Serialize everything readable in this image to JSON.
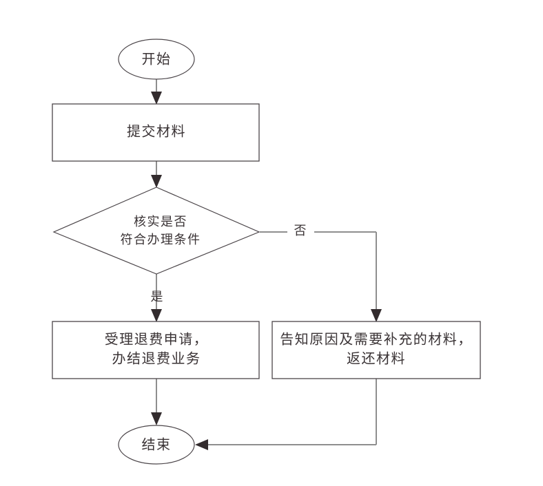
{
  "diagram": {
    "type": "flowchart",
    "orientation": "top-to-bottom",
    "background_color": "#ffffff",
    "line_color": "#8e8e8e",
    "shape_stroke_color": "#4a4448",
    "text_color": "#3a3335",
    "arrow_color": "#332c2e",
    "nodes": [
      {
        "id": "start",
        "shape": "ellipse",
        "label": "开始",
        "lines": [
          "开始"
        ]
      },
      {
        "id": "submit",
        "shape": "rectangle",
        "label": "提交材料",
        "lines": [
          "提交材料"
        ]
      },
      {
        "id": "verify",
        "shape": "diamond",
        "label": "核实是否符合办理条件",
        "lines": [
          "核实是否",
          "符合办理条件"
        ]
      },
      {
        "id": "accept",
        "shape": "rectangle",
        "label": "受理退费申请，办结退费业务",
        "lines": [
          "受理退费申请，",
          "办结退费业务"
        ]
      },
      {
        "id": "inform",
        "shape": "rectangle",
        "label": "告知原因及需要补充的材料，返还材料",
        "lines": [
          "告知原因及需要补充的材料，",
          "返还材料"
        ]
      },
      {
        "id": "end",
        "shape": "ellipse",
        "label": "结束",
        "lines": [
          "结束"
        ]
      }
    ],
    "edges": [
      {
        "id": "e1",
        "from": "start",
        "to": "submit",
        "label": ""
      },
      {
        "id": "e2",
        "from": "submit",
        "to": "verify",
        "label": ""
      },
      {
        "id": "e3",
        "from": "verify",
        "to": "accept",
        "label": "是"
      },
      {
        "id": "e4",
        "from": "verify",
        "to": "inform",
        "label": "否"
      },
      {
        "id": "e5",
        "from": "accept",
        "to": "end",
        "label": ""
      },
      {
        "id": "e6",
        "from": "inform",
        "to": "end",
        "label": ""
      }
    ]
  }
}
